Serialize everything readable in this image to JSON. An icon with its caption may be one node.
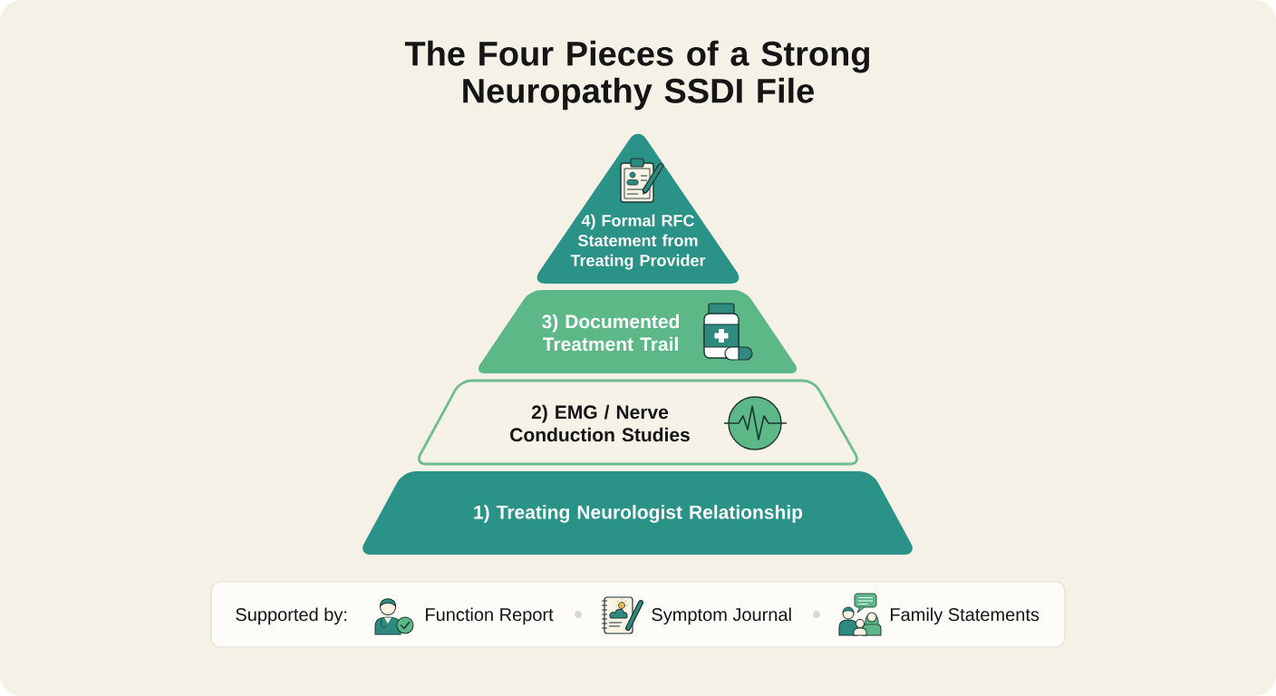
{
  "diagram": {
    "title": "The Four Pieces of a Strong Neuropathy SSDI File",
    "nodes": [
      {
        "text": [
          "4) Formal RFC Statement from Treating Provider"
        ]
      },
      {
        "text": [
          "3) Documented Treatment Trail"
        ]
      },
      {
        "text": [
          "2) EMG / Nerve Conduction Studies"
        ]
      },
      {
        "text": [
          "1) Treating Neurologist Relationship"
        ]
      },
      {
        "text": [
          "Supported by:",
          "Function Report",
          "Symptom Journal",
          "Family Statements"
        ]
      }
    ]
  }
}
